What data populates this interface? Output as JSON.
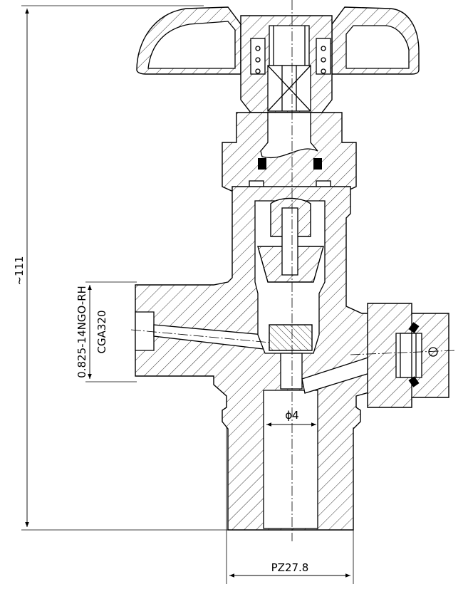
{
  "drawing": {
    "dimensions": {
      "overall_height": "~111",
      "bore_diameter": "ϕ4",
      "inlet_thread": "PZ27.8"
    },
    "outlet_connection": {
      "thread": "0.825-14NGO-RH",
      "standard": "CGA320"
    }
  }
}
